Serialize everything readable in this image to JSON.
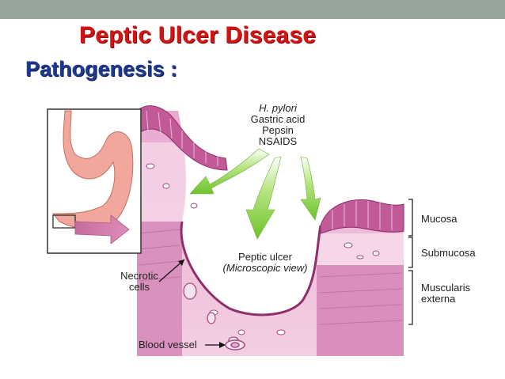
{
  "slide": {
    "title": "Peptic Ulcer Disease",
    "subtitle": "Pathogenesis :"
  },
  "diagram": {
    "factors": [
      "H. pylori",
      "Gastric acid",
      "Pepsin",
      "NSAIDS"
    ],
    "ulcer_label": "Peptic ulcer",
    "ulcer_sublabel": "(Microscopic view)",
    "necrotic_label_line1": "Necrotic",
    "necrotic_label_line2": "cells",
    "blood_vessel_label": "Blood vessel",
    "layers": {
      "mucosa": "Mucosa",
      "submucosa": "Submucosa",
      "muscularis_line1": "Muscularis",
      "muscularis_line2": "externa"
    }
  },
  "colors": {
    "title": "#d41414",
    "subtitle": "#1f3a8c",
    "arrows": "#8fd14a",
    "tissue": "#d98bb8",
    "mucosa": "#b8508f",
    "stomach": "#f0a9a0"
  }
}
